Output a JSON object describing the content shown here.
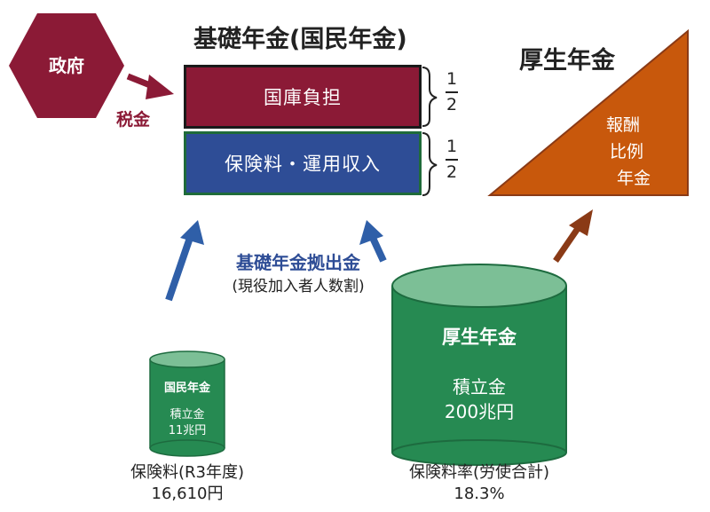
{
  "title_basic": "基礎年金(国民年金)",
  "title_kousei": "厚生年金",
  "government": "政府",
  "tax": "税金",
  "box_national": "国庫負担",
  "box_premium": "保険料・運用収入",
  "fraction": {
    "num": "1",
    "den": "2"
  },
  "contribution_title": "基礎年金拠出金",
  "contribution_sub": "(現役加入者人数割)",
  "triangle_line1": "報酬",
  "triangle_line2": "比例",
  "triangle_line3": "年金",
  "small_tank": {
    "title": "国民年金",
    "line1": "積立金",
    "line2": "11兆円"
  },
  "big_tank": {
    "title": "厚生年金",
    "line1": "積立金",
    "line2": "200兆円"
  },
  "premium_small_label": "保険料(R3年度)",
  "premium_small_value": "16,610円",
  "premium_big_label": "保険料率(労使合計)",
  "premium_big_value": "18.3%",
  "colors": {
    "maroon": "#8b1a36",
    "navy": "#2e4d96",
    "orange": "#c8580c",
    "green": "#268a52",
    "green_top": "#7cbf96",
    "arrow_blue": "#2f5fa8",
    "arrow_brown": "#8a3a16"
  }
}
